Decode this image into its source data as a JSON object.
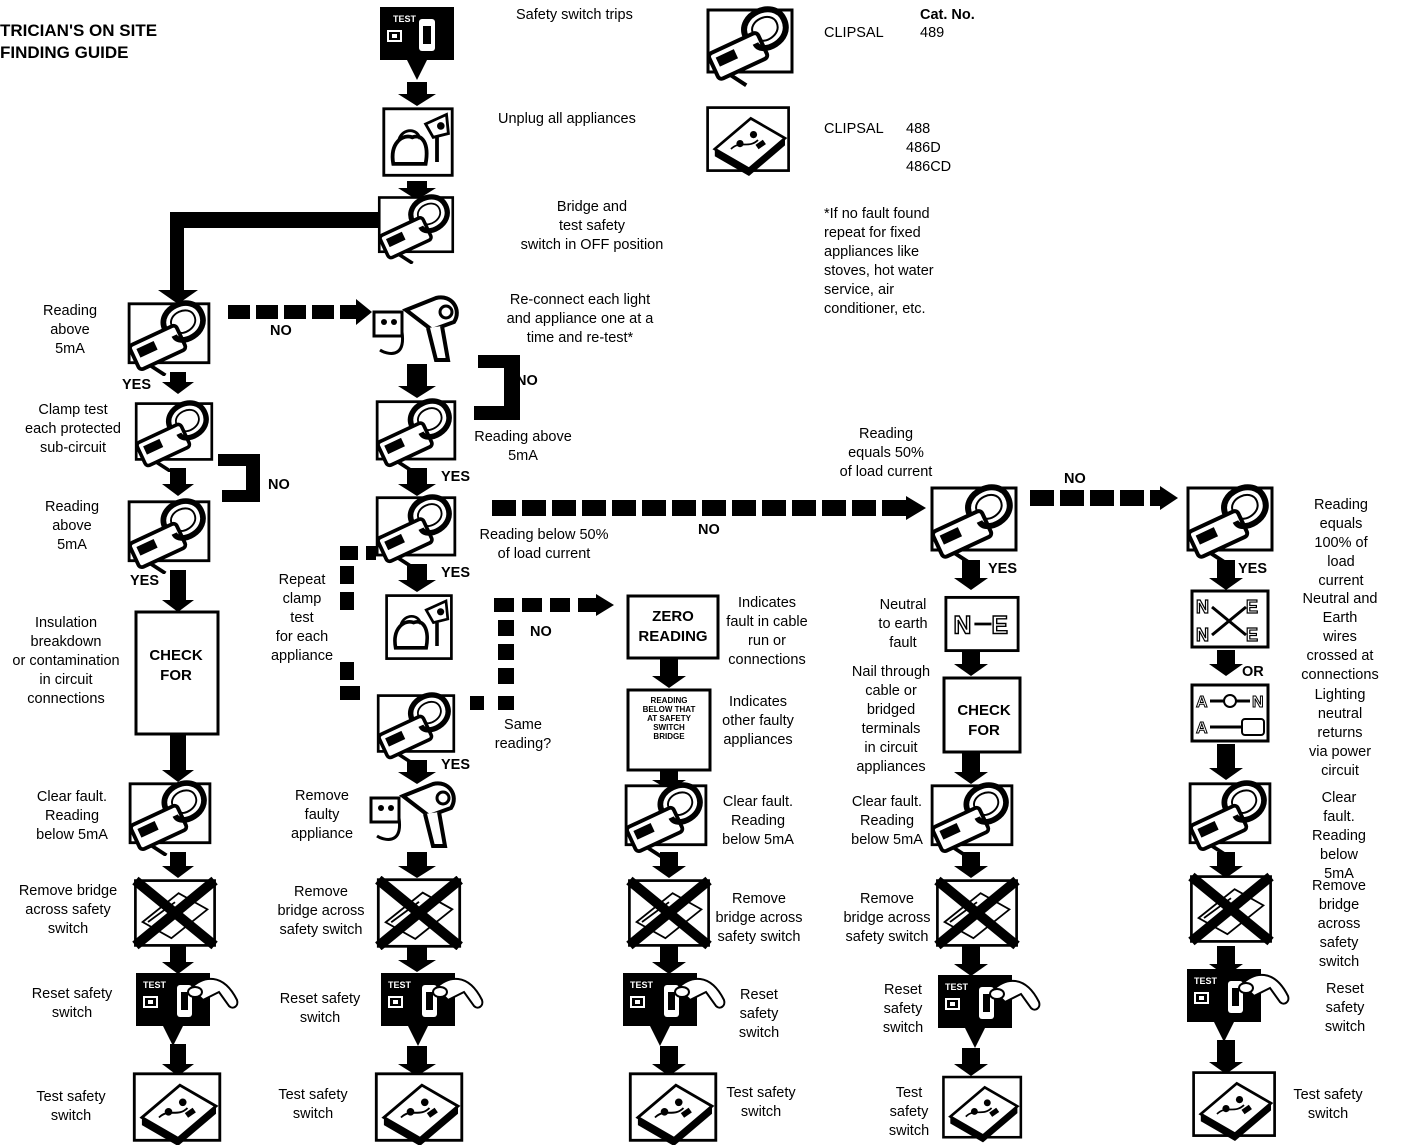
{
  "title": "TRICIAN'S ON SITE\n FINDING GUIDE",
  "legend": {
    "cat_no_header": "Cat. No.",
    "brand_1": "CLIPSAL",
    "cat_1": "489",
    "brand_2": "CLIPSAL",
    "cat_2": "488\n486D\n486CD",
    "note": "*If no fault found\nrepeat for fixed\nappliances like\nstoves, hot water\nservice, air\nconditioner, etc."
  },
  "steps": {
    "trip": "Safety switch trips",
    "unplug": "Unplug all appliances",
    "bridge": "Bridge and\ntest safety\nswitch in OFF position",
    "reconnect": "Re-connect each light\nand appliance one at a\ntime and re-test*",
    "reading_above_5ma": "Reading above\n5mA",
    "reading_below_50": "Reading below 50%\nof load current",
    "repeat_clamp": "Repeat\nclamp\ntest\nfor each\nappliance",
    "same_reading": "Same\nreading?",
    "remove_faulty": "Remove\nfaulty\nappliance",
    "reading_equals_50": "Reading\nequals 50%\nof load current",
    "reading_equals_100": "Reading equals\n100% of load\ncurrent"
  },
  "col1": {
    "reading_above": "Reading\nabove\n5mA",
    "clamp_test": "Clamp test\neach protected\nsub-circuit",
    "reading_above_2": "Reading\nabove\n5mA",
    "insulation": "Insulation\nbreakdown\nor contamination\nin circuit\nconnections",
    "check_for": "CHECK\nFOR",
    "clear_fault": "Clear fault.\nReading\nbelow 5mA",
    "remove_bridge": "Remove bridge\nacross safety\nswitch",
    "reset": "Reset safety\nswitch",
    "test": "Test safety\nswitch"
  },
  "col2": {
    "remove_bridge": "Remove\nbridge across\nsafety switch",
    "reset": "Reset safety\nswitch",
    "test": "Test safety\nswitch"
  },
  "col3": {
    "zero_reading": "ZERO\nREADING",
    "indicates_cable": "Indicates\nfault in cable\nrun or\nconnections",
    "reading_below_bridge": "READING\nBELOW THAT\nAT SAFETY\nSWITCH\nBRIDGE",
    "indicates_other": "Indicates\nother faulty\nappliances",
    "clear_fault": "Clear fault.\nReading\nbelow 5mA",
    "remove_bridge": "Remove\nbridge across\nsafety switch",
    "reset": "Reset\nsafety\nswitch",
    "test": "Test safety\nswitch"
  },
  "col4": {
    "neutral_earth": "Neutral\nto earth\nfault",
    "nail_through": "Nail through\ncable or\nbridged\nterminals\nin circuit\nappliances",
    "check_for": "CHECK\nFOR",
    "clear_fault": "Clear fault.\nReading\nbelow 5mA",
    "remove_bridge": "Remove\nbridge across\nsafety switch",
    "reset": "Reset\nsafety\nswitch",
    "test": "Test\nsafety\nswitch"
  },
  "col5": {
    "neutral_earth_crossed": "Neutral and Earth\nwires crossed at\nconnections",
    "lighting_neutral": "Lighting neutral\nreturns via power\ncircuit",
    "clear_fault": "Clear fault.\nReading below\n5mA",
    "remove_bridge": "Remove\nbridge across\nsafety switch",
    "reset": "Reset safety\nswitch",
    "test": "Test safety\nswitch"
  },
  "decisions": {
    "yes": "YES",
    "no": "NO",
    "or": "OR"
  },
  "symbols": {
    "test_label": "TEST",
    "n": "N",
    "e": "E"
  },
  "colors": {
    "ink": "#000000",
    "paper": "#ffffff"
  }
}
